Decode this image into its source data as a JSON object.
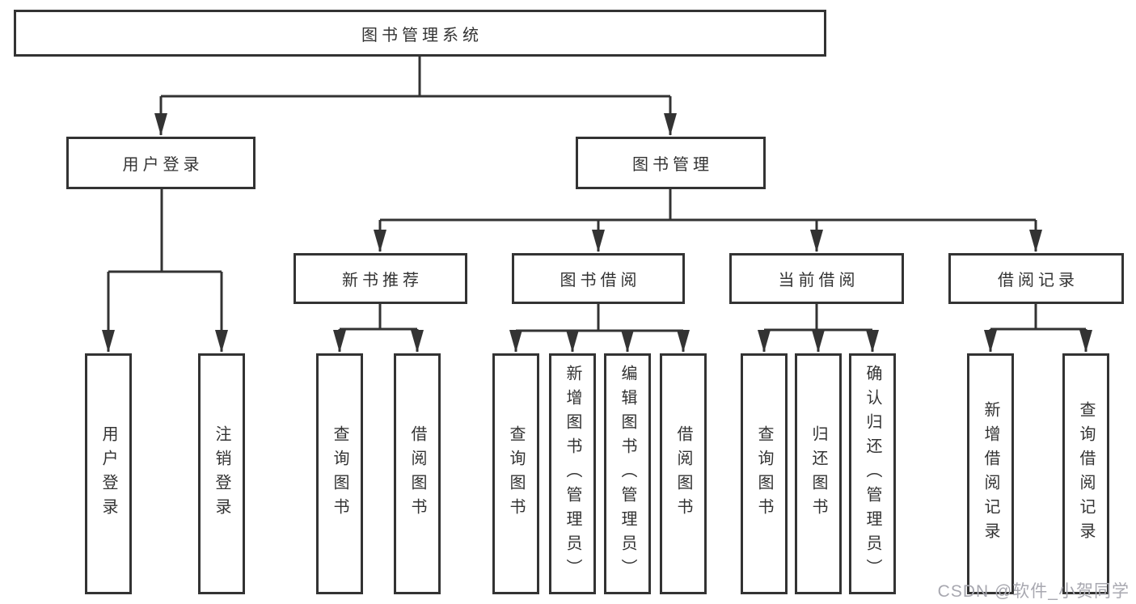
{
  "diagram": {
    "title": "图书管理系统",
    "tree": {
      "label": "图书管理系统",
      "children": [
        {
          "label": "用户登录",
          "children": [
            {
              "label": "用户登录"
            },
            {
              "label": "注销登录"
            }
          ]
        },
        {
          "label": "图书管理",
          "children": [
            {
              "label": "新书推荐",
              "children": [
                {
                  "label": "查询图书"
                },
                {
                  "label": "借阅图书"
                }
              ]
            },
            {
              "label": "图书借阅",
              "children": [
                {
                  "label": "查询图书"
                },
                {
                  "label": "新增图书（管理员）"
                },
                {
                  "label": "编辑图书（管理员）"
                },
                {
                  "label": "借阅图书"
                }
              ]
            },
            {
              "label": "当前借阅",
              "children": [
                {
                  "label": "查询图书"
                },
                {
                  "label": "归还图书"
                },
                {
                  "label": "确认归还（管理员）"
                }
              ]
            },
            {
              "label": "借阅记录",
              "children": [
                {
                  "label": "新增借阅记录"
                },
                {
                  "label": "查询借阅记录"
                }
              ]
            }
          ]
        }
      ]
    },
    "watermark": "CSDN @软件_小贺同学",
    "colors": {
      "line": "#333333",
      "box_border": "#333333",
      "text": "#333333",
      "watermark": "#A8A8B0",
      "background": "#FFFFFF"
    }
  }
}
